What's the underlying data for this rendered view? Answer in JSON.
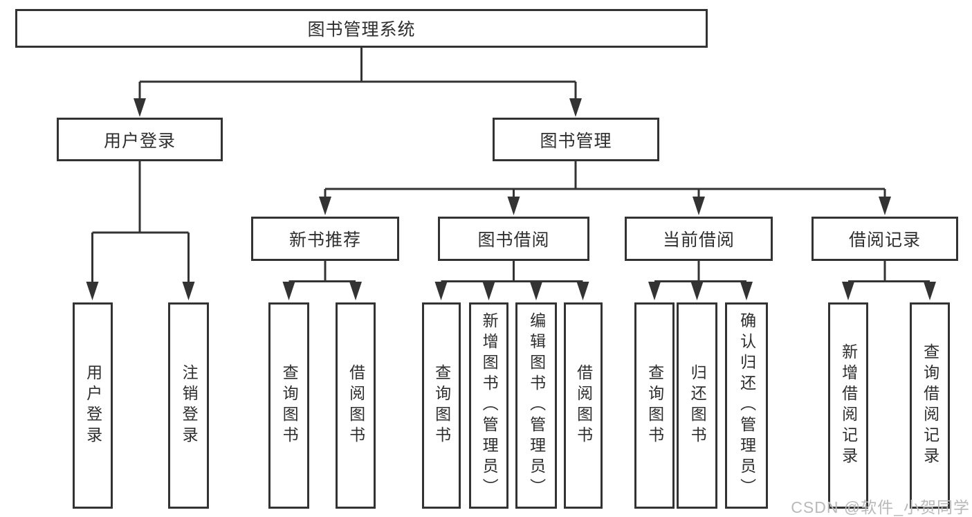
{
  "diagram": {
    "root": {
      "label": "图书管理系统"
    },
    "branches": [
      {
        "label": "用户登录",
        "children": [
          {
            "label": "用户登录"
          },
          {
            "label": "注销登录"
          }
        ]
      },
      {
        "label": "图书管理",
        "children": [
          {
            "label": "新书推荐",
            "children": [
              {
                "label": "查询图书"
              },
              {
                "label": "借阅图书"
              }
            ]
          },
          {
            "label": "图书借阅",
            "children": [
              {
                "label": "查询图书"
              },
              {
                "label": "新增图书（管理员）"
              },
              {
                "label": "编辑图书（管理员）"
              },
              {
                "label": "借阅图书"
              }
            ]
          },
          {
            "label": "当前借阅",
            "children": [
              {
                "label": "查询图书"
              },
              {
                "label": "归还图书"
              },
              {
                "label": "确认归还（管理员）"
              }
            ]
          },
          {
            "label": "借阅记录",
            "children": [
              {
                "label": "新增借阅记录"
              },
              {
                "label": "查询借阅记录"
              }
            ]
          }
        ]
      }
    ]
  },
  "watermark": {
    "text": "CSDN @软件_小贺同学"
  },
  "colors": {
    "line": "#333333",
    "text": "#2e2e2e",
    "watermark": "#b9b9b9",
    "background": "#ffffff"
  }
}
